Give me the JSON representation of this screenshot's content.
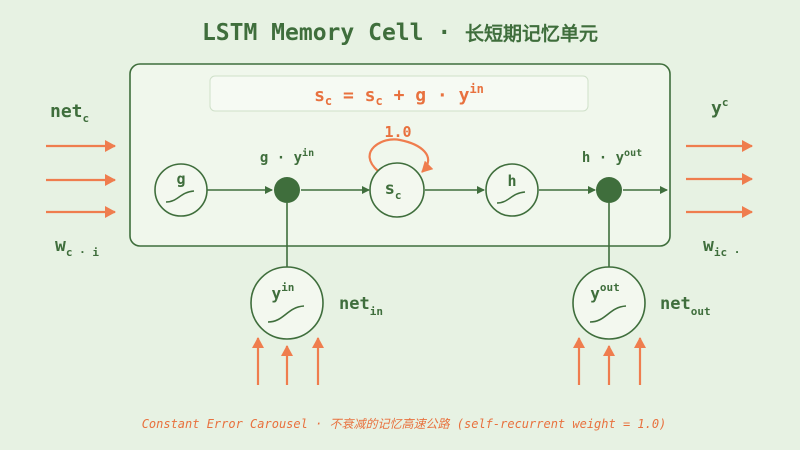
{
  "title": {
    "main": "LSTM Memory Cell",
    "separator": " · ",
    "subtitle": "长短期记忆单元"
  },
  "equation": {
    "lhs": "s",
    "lhs_sub": "c",
    "eq": " = ",
    "rhs1": "s",
    "rhs1_sub": "c",
    "rhs2": " + g · y",
    "rhs2_sup": "in"
  },
  "self_loop_weight": "1.0",
  "nodes": {
    "g": "g",
    "sc": "s",
    "sc_sub": "c",
    "h": "h",
    "yin": "y",
    "yin_sup": "in",
    "yout": "y",
    "yout_sup": "out"
  },
  "labels": {
    "g_yin": "g · y",
    "g_yin_sup": "in",
    "h_yout": "h · y",
    "h_yout_sup": "out",
    "net_c": "net",
    "net_c_sub": "c",
    "w_ci": "w",
    "w_ci_sub": "c · i",
    "y_c": "y",
    "y_c_sup": "c",
    "w_ic": "w",
    "w_ic_sub": "ic ·",
    "net_in": "net",
    "net_in_sub": "in",
    "net_out": "net",
    "net_out_sub": "out"
  },
  "footer": {
    "en1": "Constant Error Carousel · ",
    "zh": "不衰减的记忆高速公路",
    "en2": " (self-recurrent weight = 1.0)"
  },
  "colors": {
    "background": "#e7f2e3",
    "green": "#3f6e3c",
    "orange": "#e8713e"
  }
}
